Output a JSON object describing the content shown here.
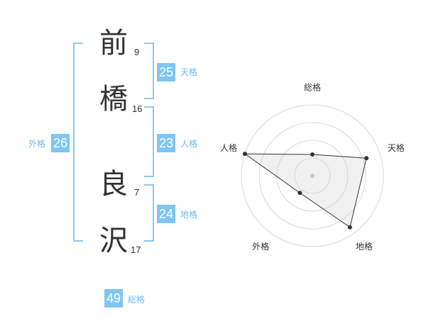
{
  "name_chars": [
    {
      "char": "前",
      "strokes": "9"
    },
    {
      "char": "橋",
      "strokes": "16"
    },
    {
      "char": "良",
      "strokes": "7"
    },
    {
      "char": "沢",
      "strokes": "17"
    }
  ],
  "kaku": {
    "tenkaku": {
      "value": "25",
      "label": "天格"
    },
    "jinkaku": {
      "value": "23",
      "label": "人格"
    },
    "chikaku": {
      "value": "24",
      "label": "地格"
    },
    "gaikaku": {
      "value": "26",
      "label": "外格"
    },
    "soukaku": {
      "value": "49",
      "label": "総格"
    }
  },
  "colors": {
    "accent": "#7fc6f2",
    "bracket": "#8ccbf2",
    "label": "#6cbbee",
    "text": "#333333"
  },
  "chart_data": {
    "type": "radar",
    "axes": [
      "総格",
      "天格",
      "地格",
      "外格",
      "人格"
    ],
    "values": [
      0.3,
      0.8,
      0.9,
      0.3,
      1.0
    ],
    "rings": 4,
    "range": [
      0,
      1
    ]
  }
}
